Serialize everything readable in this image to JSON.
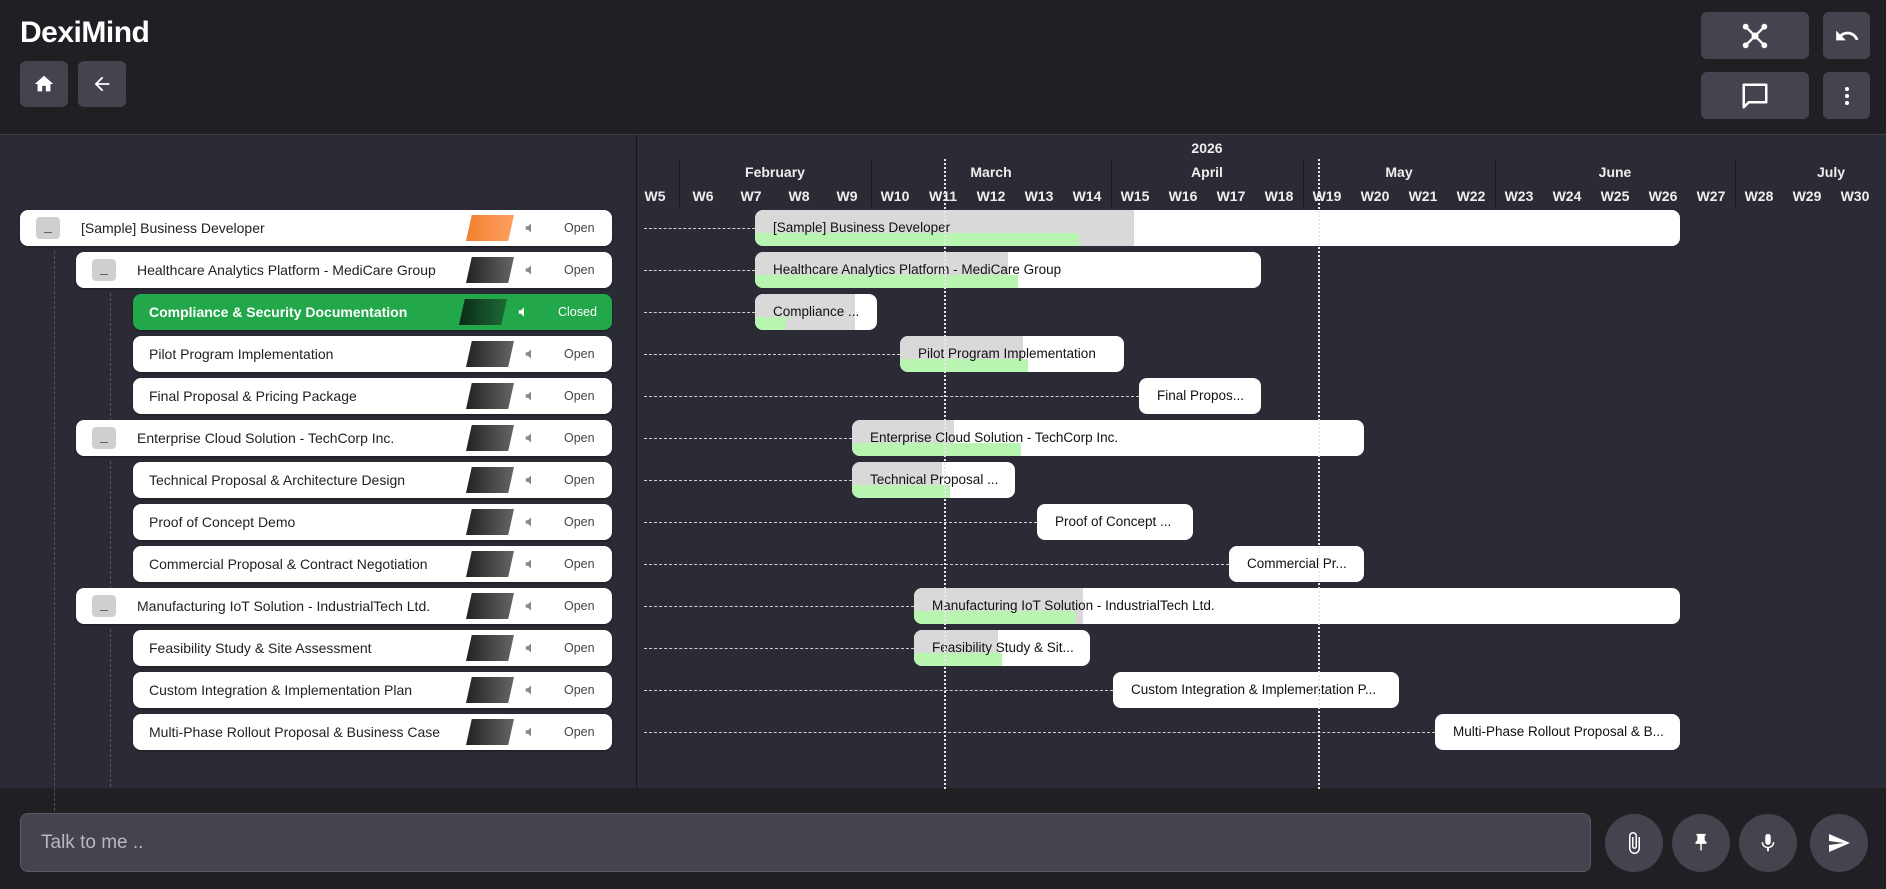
{
  "app_title": "DexiMind",
  "chat": {
    "placeholder": "Talk to me .."
  },
  "timeline": {
    "year": "2026",
    "months": [
      "February",
      "March",
      "April",
      "May",
      "June",
      "July"
    ],
    "weeks": [
      "W5",
      "W6",
      "W7",
      "W8",
      "W9",
      "W10",
      "W11",
      "W12",
      "W13",
      "W14",
      "W15",
      "W16",
      "W17",
      "W18",
      "W19",
      "W20",
      "W21",
      "W22",
      "W23",
      "W24",
      "W25",
      "W26",
      "W27",
      "W28",
      "W29",
      "W30"
    ]
  },
  "tasks": [
    {
      "label": "[Sample] Business Developer",
      "status": "Open",
      "bar_label": "[Sample] Business Developer",
      "level": 0,
      "color": "#f08030"
    },
    {
      "label": "Healthcare Analytics Platform - MediCare Group",
      "status": "Open",
      "bar_label": "Healthcare Analytics Platform - MediCare Group",
      "level": 1
    },
    {
      "label": "Compliance & Security Documentation",
      "status": "Closed",
      "bar_label": "Compliance ...",
      "level": 2
    },
    {
      "label": "Pilot Program Implementation",
      "status": "Open",
      "bar_label": "Pilot Program Implementation",
      "level": 2
    },
    {
      "label": "Final Proposal & Pricing Package",
      "status": "Open",
      "bar_label": "Final Propos...",
      "level": 2
    },
    {
      "label": "Enterprise Cloud Solution - TechCorp Inc.",
      "status": "Open",
      "bar_label": "Enterprise Cloud Solution - TechCorp Inc.",
      "level": 1
    },
    {
      "label": "Technical Proposal & Architecture Design",
      "status": "Open",
      "bar_label": "Technical Proposal ...",
      "level": 2
    },
    {
      "label": "Proof of Concept Demo",
      "status": "Open",
      "bar_label": "Proof of Concept ...",
      "level": 2
    },
    {
      "label": "Commercial Proposal & Contract Negotiation",
      "status": "Open",
      "bar_label": "Commercial Pr...",
      "level": 2
    },
    {
      "label": "Manufacturing IoT Solution - IndustrialTech Ltd.",
      "status": "Open",
      "bar_label": "Manufacturing IoT Solution - IndustrialTech Ltd.",
      "level": 1
    },
    {
      "label": "Feasibility Study & Site Assessment",
      "status": "Open",
      "bar_label": "Feasibility Study & Sit...",
      "level": 2
    },
    {
      "label": "Custom Integration & Implementation Plan",
      "status": "Open",
      "bar_label": "Custom Integration & Implementation P...",
      "level": 2
    },
    {
      "label": "Multi-Phase Rollout Proposal & Business Case",
      "status": "Open",
      "bar_label": "Multi-Phase Rollout Proposal & B...",
      "level": 2
    }
  ],
  "colors": {
    "closed_green": "#22a84a",
    "progress_green": "#b8f5b0",
    "accent_orange": "#f08030"
  },
  "icons": [
    "home-icon",
    "back-arrow-icon",
    "network-icon",
    "undo-icon",
    "chat-icon",
    "more-vertical-icon",
    "paperclip-icon",
    "pin-icon",
    "microphone-icon",
    "send-icon",
    "speaker-icon"
  ]
}
